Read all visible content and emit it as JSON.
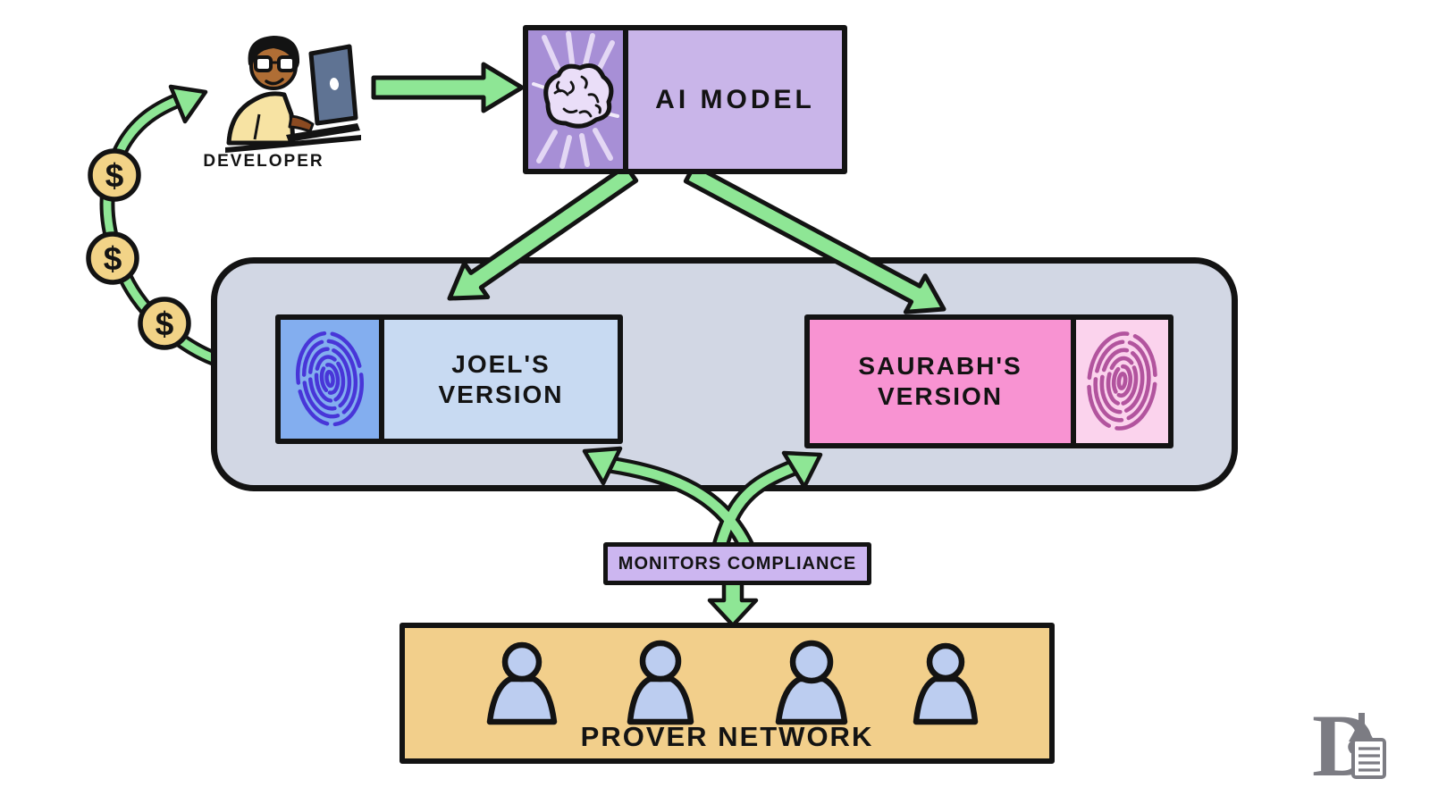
{
  "developer": {
    "label": "DEVELOPER"
  },
  "ai_model": {
    "label": "AI MODEL"
  },
  "licensees": {
    "joel": {
      "label": "JOEL'S\nVERSION"
    },
    "saurabh": {
      "label": "SAURABH'S\nVERSION"
    }
  },
  "monitors": {
    "label": "MONITORS COMPLIANCE"
  },
  "prover_network": {
    "label": "PROVER NETWORK",
    "member_count": 4
  },
  "money": {
    "coin_symbol": "$",
    "coin_count": 3
  },
  "colors": {
    "arrow_green": "#8ee695",
    "outline_black": "#131313",
    "ai_purple_light": "#c9b5e9",
    "ai_purple_dark": "#a78fd6",
    "container_gray": "#d2d7e4",
    "joel_blue_light": "#c8daf2",
    "joel_blue_dark": "#83aeef",
    "joel_fingerprint": "#4836d8",
    "saurabh_pink": "#f893d2",
    "saurabh_pink_light": "#fbd3ed",
    "saurabh_fingerprint": "#b2549e",
    "monitors_purple": "#ccb6f0",
    "prover_tan": "#f2cf8b",
    "person_blue": "#bccdf0",
    "coin_gold": "#f2d387",
    "logo_gray": "#7c7c83"
  }
}
